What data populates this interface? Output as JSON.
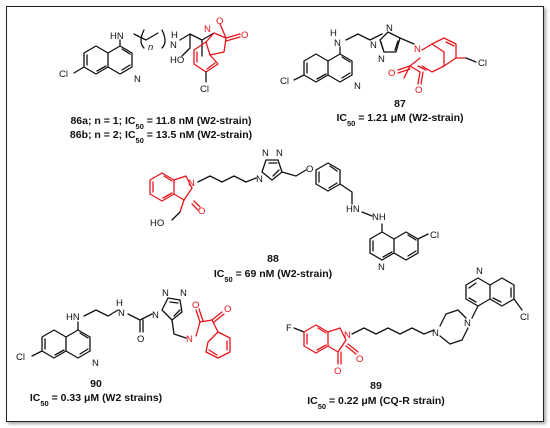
{
  "compounds": [
    {
      "id": "86",
      "lines": [
        "86a; n = 1; IC50 = 11.8 nM (W2-strain)",
        "86b; n = 2; IC50 = 13.5 nM (W2-strain)"
      ]
    },
    {
      "id": "87",
      "label": "87",
      "activity": "IC50 = 1.21 μM (W2-strain)"
    },
    {
      "id": "88",
      "label": "88",
      "activity": "IC50 = 69 nM (W2-strain)"
    },
    {
      "id": "90",
      "label": "90",
      "activity": "IC50 = 0.33 μM (W2 strains)"
    },
    {
      "id": "89",
      "label": "89",
      "activity": "IC50 = 0.22 μM (CQ-R strain)"
    }
  ],
  "atoms": {
    "cl": "Cl",
    "f": "F",
    "n": "N",
    "o": "O",
    "hn": "HN",
    "nh": "NH",
    "h": "H",
    "ho": "HO",
    "n_sub": "n"
  },
  "colors": {
    "isatin": "#e8141a",
    "bonds": "#111111"
  }
}
